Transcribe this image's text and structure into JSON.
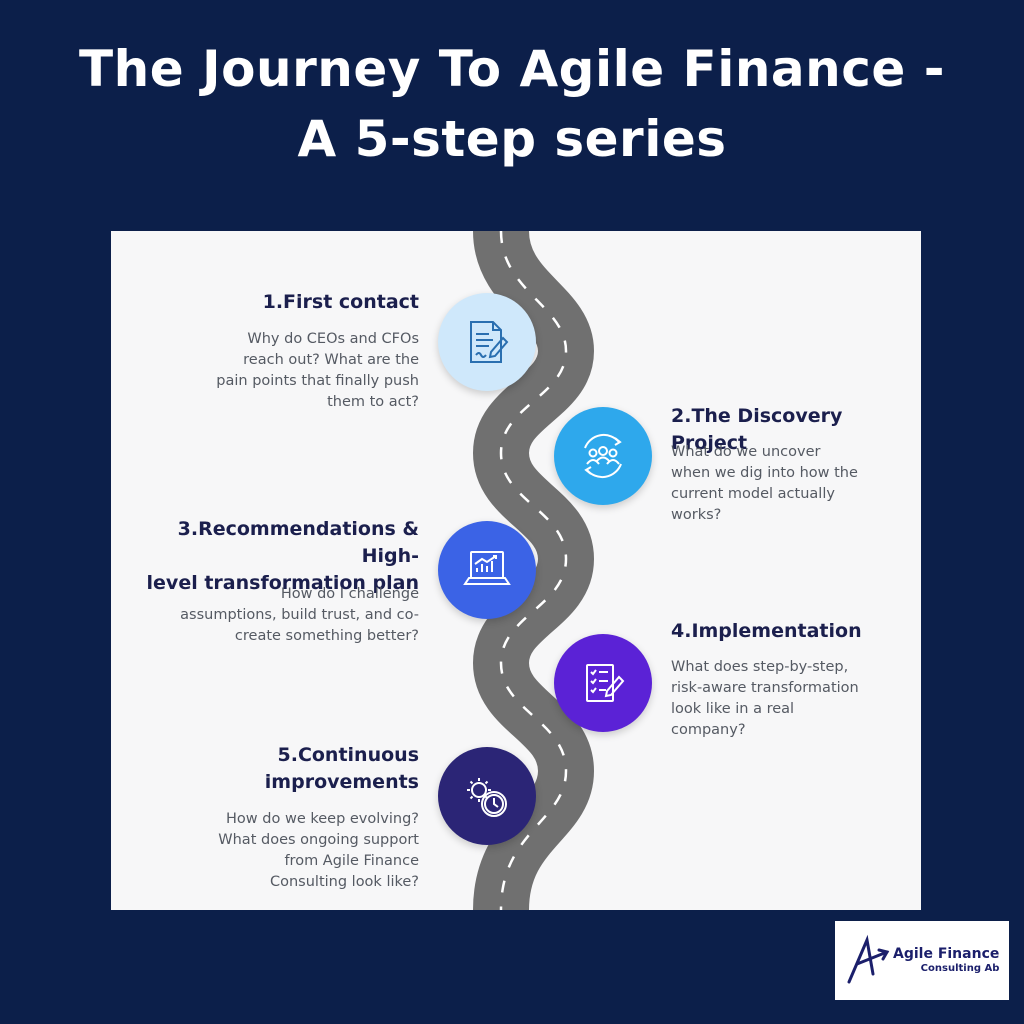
{
  "title": {
    "line1": "The Journey To Agile Finance -",
    "line2": "A 5-step series"
  },
  "steps": [
    {
      "title": "1.First contact",
      "text": [
        "Why do CEOs and CFOs",
        "reach out? What are the",
        "pain points that finally push",
        "them to act?"
      ],
      "icon": "document-pen-icon",
      "color": "#cfe8fb"
    },
    {
      "title": "2.The Discovery Project",
      "text": [
        "What do we uncover",
        "when we dig into how the",
        "current model actually",
        "works?"
      ],
      "icon": "team-cycle-icon",
      "color": "#2ea8ec"
    },
    {
      "title_lines": [
        "3.Recommendations & High-",
        "level transformation plan"
      ],
      "text": [
        "How do I challenge",
        "assumptions, build trust, and co-",
        "create something better?"
      ],
      "icon": "laptop-chart-icon",
      "color": "#3b63e6"
    },
    {
      "title": "4.Implementation",
      "text": [
        "What does step-by-step,",
        "risk-aware transformation",
        "look like in a real",
        "company?"
      ],
      "icon": "checklist-pen-icon",
      "color": "#5b22d6"
    },
    {
      "title_lines": [
        "5.Continuous",
        "improvements"
      ],
      "text": [
        "How do we keep evolving?",
        "What does ongoing support",
        "from Agile Finance",
        "Consulting look like?"
      ],
      "icon": "gear-clock-icon",
      "color": "#2b2576"
    }
  ],
  "logo": {
    "line1": "Agile Finance",
    "line2": "Consulting Ab"
  }
}
